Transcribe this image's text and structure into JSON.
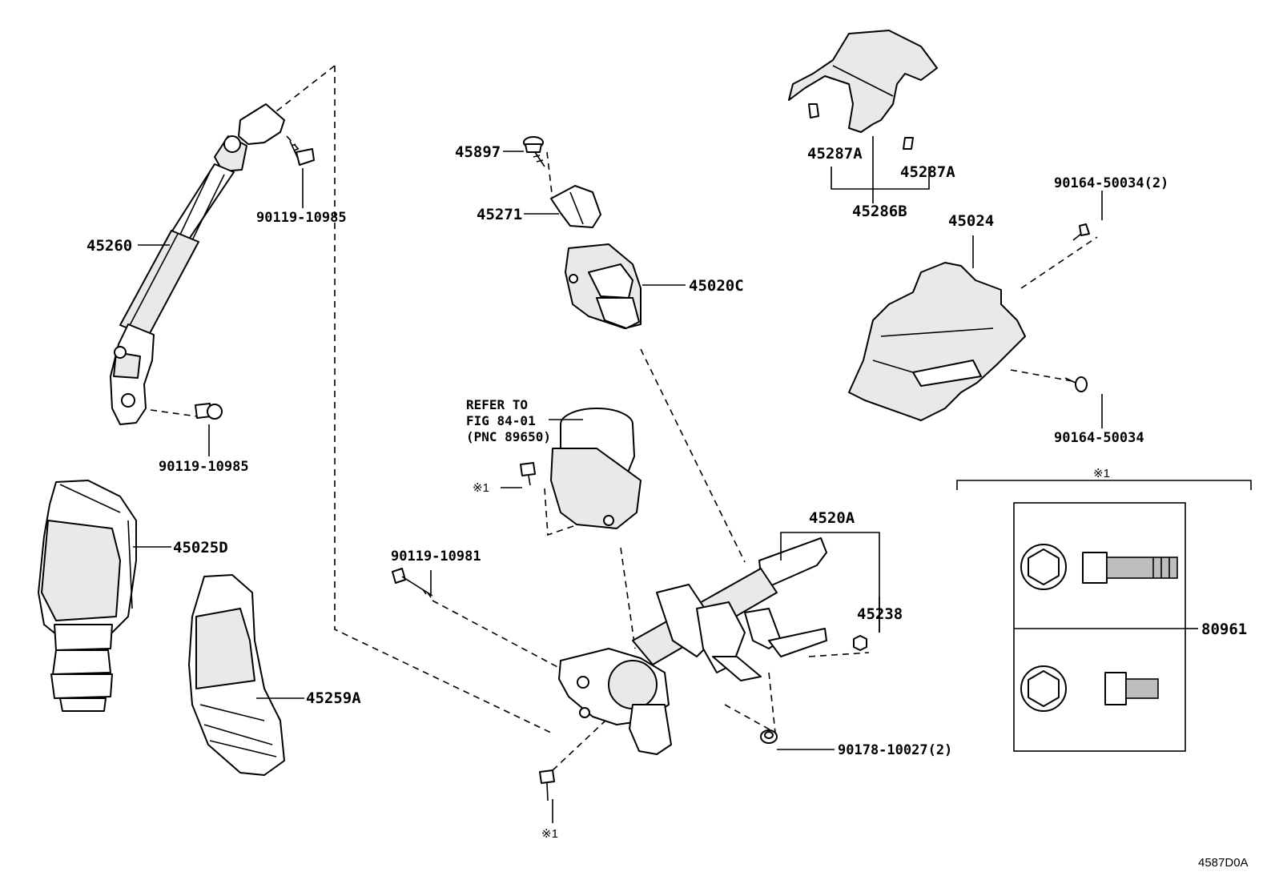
{
  "diagram_id": "4587D0A",
  "note_mark": "※1",
  "parts": {
    "shaft_assy": "45260",
    "shaft_bolt_upper": "90119-10985",
    "shaft_bolt_lower": "90119-10985",
    "hole_cover": "45025D",
    "hole_cover_inner": "45259A",
    "screw_45897": "45897",
    "clamp": "45271",
    "lock_assy": "45020C",
    "refer_line1": "REFER TO",
    "refer_line2": "FIG 84-01",
    "refer_line3": "(PNC 89650)",
    "motor_bolt_note": "※1",
    "column_bolt": "90119-10981",
    "column_assy": "4520A",
    "column_nut": "45238",
    "column_nut2": "90178-10027(2)",
    "bottom_bolt_note": "※1",
    "upper_cover": "45286B",
    "clip_left": "45287A",
    "clip_right": "45287A",
    "lower_cover": "45024",
    "cover_screw_top": "90164-50034(2)",
    "cover_screw_bottom": "90164-50034",
    "bolt_set_note": "※1",
    "bolt_set": "80961"
  }
}
